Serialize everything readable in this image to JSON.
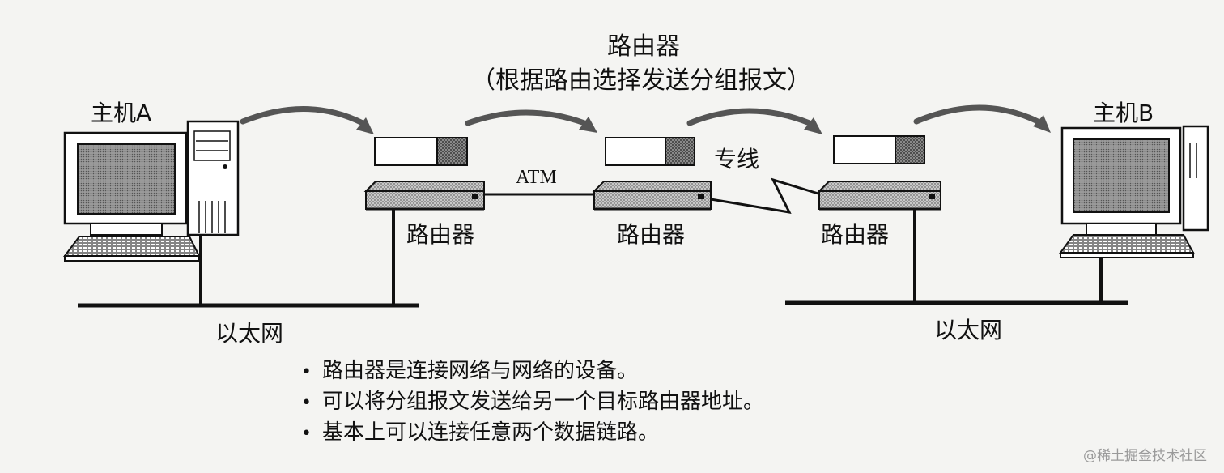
{
  "title": {
    "line1": "路由器",
    "line2": "（根据路由选择发送分组报文）"
  },
  "hosts": {
    "a": "主机A",
    "b": "主机B"
  },
  "routers": [
    "路由器",
    "路由器",
    "路由器"
  ],
  "links": {
    "atm": "ATM",
    "leased": "专线"
  },
  "networks": [
    "以太网",
    "以太网"
  ],
  "notes": [
    "路由器是连接网络与网络的设备。",
    "可以将分组报文发送给另一个目标路由器地址。",
    "基本上可以连接任意两个数据链路。"
  ],
  "bullet": "•",
  "watermark": "@稀土掘金技术社区"
}
